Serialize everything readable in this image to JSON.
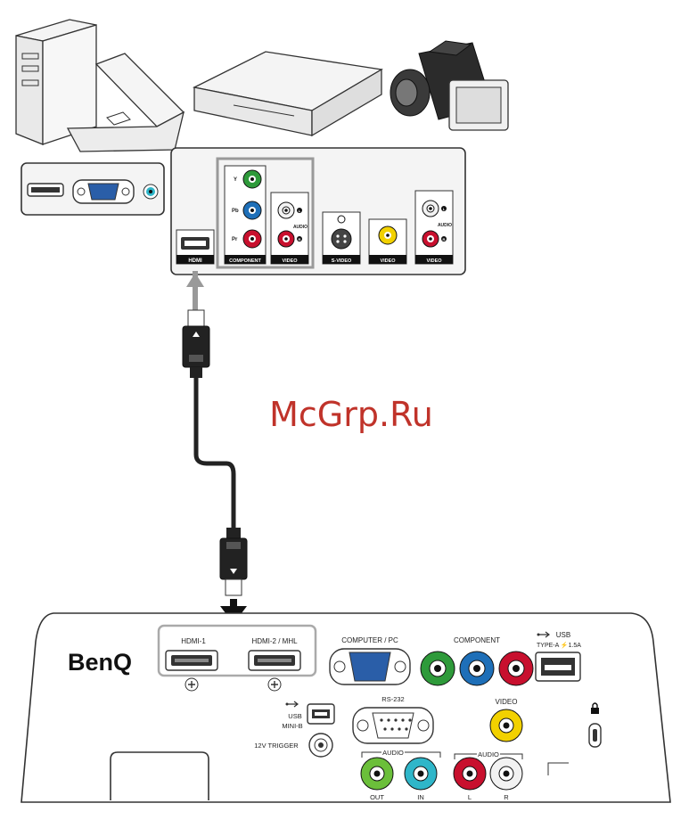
{
  "watermark": "McGrp.Ru",
  "colors": {
    "watermark": "#c0332a",
    "green": "#2e9a3a",
    "blue": "#1e6fb8",
    "red": "#c8102e",
    "yellow": "#f2d100",
    "cyan": "#2fb6c9",
    "white_jack": "#f2f2f2"
  },
  "source_panel": {
    "hdmi": "HDMI",
    "component": "COMPONENT",
    "video": "VIDEO",
    "svideo": "S-VIDEO",
    "audio": "AUDIO",
    "y": "Y",
    "pb": "Pb",
    "pr": "Pr",
    "l": "L",
    "r": "R"
  },
  "projector": {
    "brand": "BenQ",
    "hdmi1": "HDMI-1",
    "hdmi2": "HDMI-2 / MHL",
    "computer": "COMPUTER / PC",
    "component": "COMPONENT",
    "usb_a_title": "USB",
    "usb_a_sub": "TYPE-A ⚡1.5A",
    "usb_mini_1": "USB",
    "usb_mini_2": "MINI-B",
    "rs232": "RS-232",
    "video": "VIDEO",
    "trigger": "12V TRIGGER",
    "audio_out_group": "AUDIO",
    "out": "OUT",
    "in": "IN",
    "audio_lr_group": "AUDIO",
    "l": "L",
    "r": "R"
  }
}
